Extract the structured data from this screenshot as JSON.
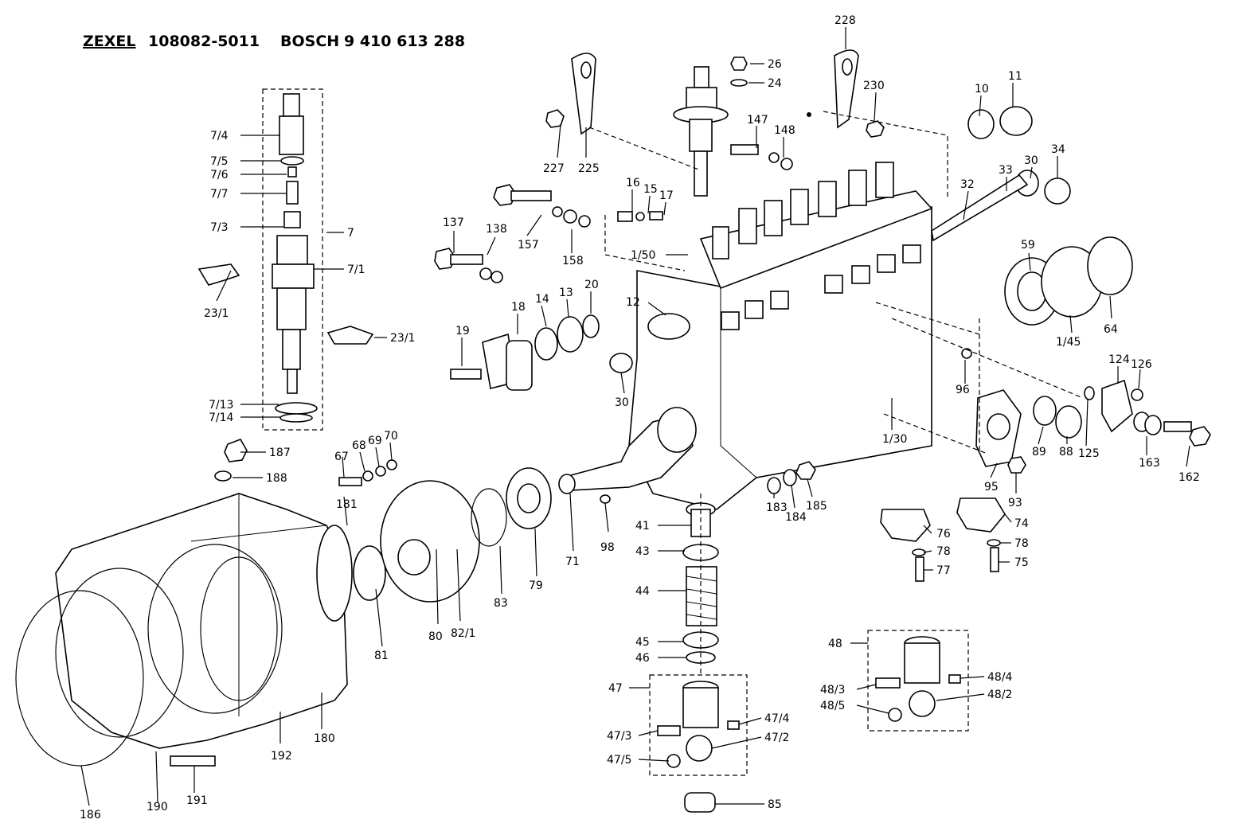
{
  "header": {
    "brand1": "ZEXEL",
    "part1": "108082-5011",
    "brand2": "BOSCH",
    "part2": "9 410 613 288"
  },
  "callouts": [
    "7/4",
    "7/5",
    "7/6",
    "7/7",
    "7/3",
    "7",
    "7/1",
    "23/1",
    "23/1",
    "7/13",
    "7/14",
    "227",
    "225",
    "228",
    "26",
    "24",
    "230",
    "147",
    "148",
    "10",
    "11",
    "16",
    "15",
    "17",
    "33",
    "30",
    "34",
    "32",
    "137",
    "138",
    "157",
    "158",
    "1/50",
    "59",
    "64",
    "1/45",
    "18",
    "14",
    "13",
    "20",
    "12",
    "19",
    "30",
    "96",
    "124",
    "126",
    "1/30",
    "89",
    "88",
    "125",
    "163",
    "162",
    "187",
    "188",
    "67",
    "68",
    "69",
    "70",
    "181",
    "95",
    "93",
    "183",
    "184",
    "185",
    "41",
    "98",
    "71",
    "79",
    "83",
    "82/1",
    "80",
    "81",
    "43",
    "76",
    "78",
    "77",
    "74",
    "78",
    "75",
    "44",
    "45",
    "46",
    "47",
    "47/4",
    "47/3",
    "47/2",
    "47/5",
    "85",
    "48",
    "48/4",
    "48/3",
    "48/2",
    "48/5",
    "180",
    "192",
    "186",
    "190",
    "191"
  ]
}
